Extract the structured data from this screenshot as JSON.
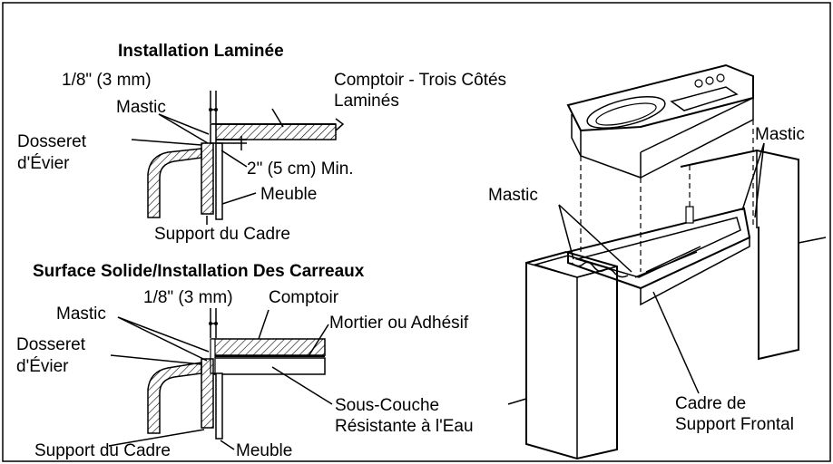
{
  "laminate": {
    "title": "Installation Laminée",
    "gap": "1/8\" (3 mm)",
    "countertop": [
      "Comptoir - Trois Côtés",
      "Laminés"
    ],
    "mastic": "Mastic",
    "backsplash": [
      "Dosseret",
      "d'Évier"
    ],
    "overhang": "2\" (5 cm) Min.",
    "cabinet": "Meuble",
    "frame_support": "Support du Cadre"
  },
  "solid": {
    "title": "Surface Solide/Installation Des Carreaux",
    "gap": "1/8\" (3 mm)",
    "countertop": "Comptoir",
    "mastic": "Mastic",
    "mortar": "Mortier ou Adhésif",
    "backsplash": [
      "Dosseret",
      "d'Évier"
    ],
    "underlayment": [
      "Sous-Couche",
      "Résistante à l'Eau"
    ],
    "frame_support": "Support du Cadre",
    "cabinet": "Meuble"
  },
  "iso": {
    "mastic_right": "Mastic",
    "mastic_left": "Mastic",
    "front_frame": [
      "Cadre de",
      "Support Frontal"
    ]
  }
}
